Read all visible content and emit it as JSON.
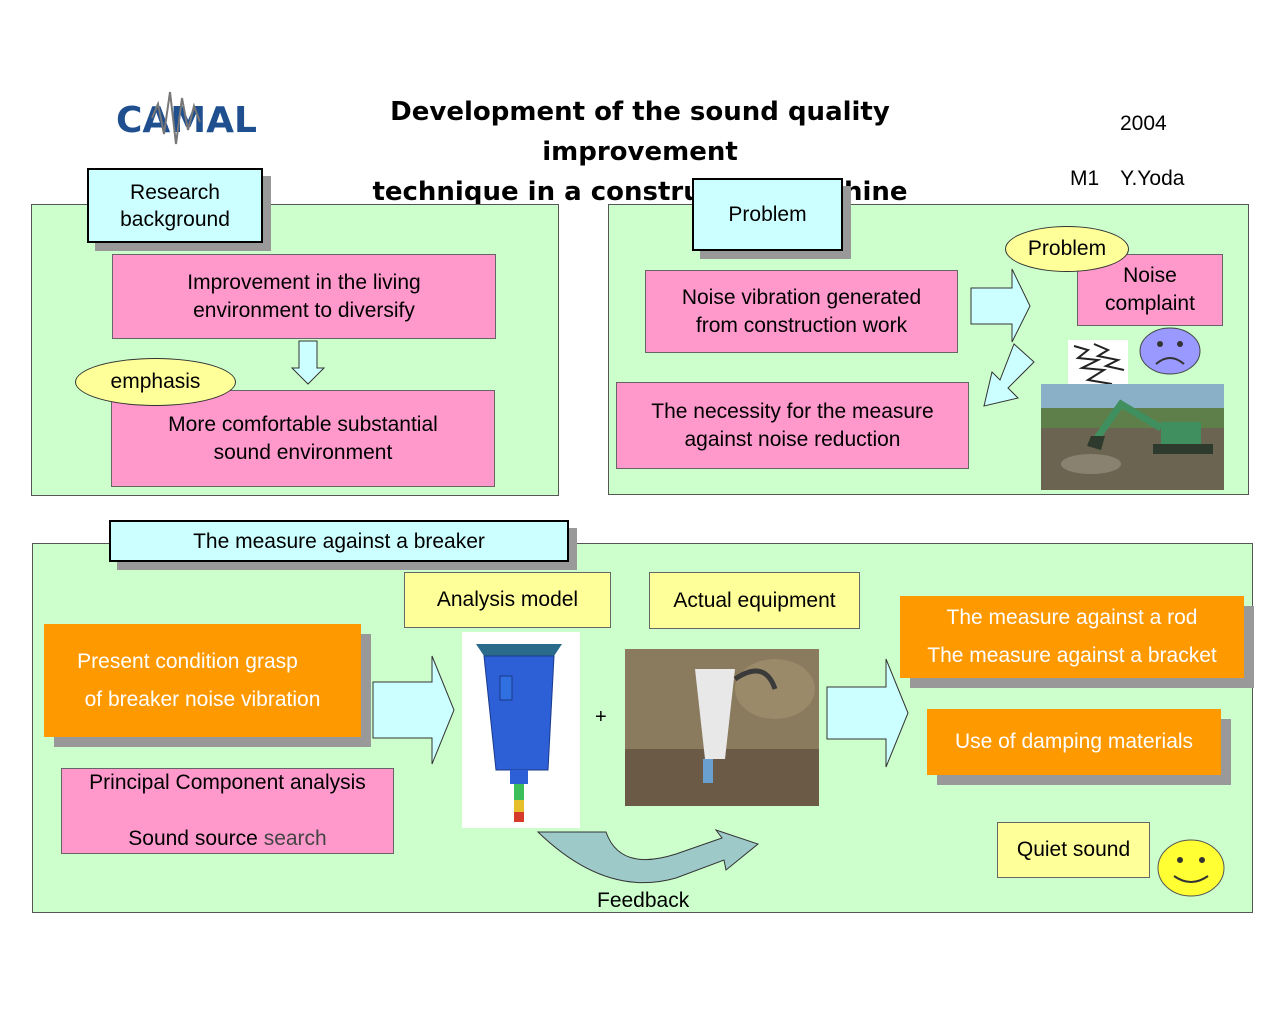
{
  "header": {
    "logo_text": "CAMAL",
    "title_line1": "Development of the sound quality improvement",
    "title_line2": "technique in a construction machine",
    "year": "2004",
    "author": "M1　Y.Yoda"
  },
  "research": {
    "label": "Research\nbackground",
    "box1": "Improvement in the living\n environment to diversify",
    "emphasis": "emphasis",
    "box2": "More comfortable substantial\nsound environment"
  },
  "problem": {
    "label": "Problem",
    "box1": "Noise vibration generated\n from construction work",
    "box2": "The necessity for the measure\nagainst noise reduction",
    "bubble": "Problem",
    "complaint": "Noise\ncomplaint"
  },
  "measure": {
    "label": "The measure against a breaker",
    "analysis_model": "Analysis model",
    "actual_equipment": "Actual equipment",
    "present_line1": "Present condition grasp",
    "present_line2": "of breaker noise vibration",
    "pca_line1": "Principal Component analysis",
    "pca_line2_a": "Sound source ",
    "pca_line2_b": "search",
    "plus": "+",
    "feedback": "Feedback",
    "rod": "The measure against a rod",
    "bracket": "The measure against a bracket",
    "damping": "Use of damping materials",
    "quiet": "Quiet sound"
  },
  "colors": {
    "panel_bg": "#ccffcc",
    "label_bg": "#ccffff",
    "pink": "#ff99cc",
    "yellow": "#ffff99",
    "orange": "#ff9900",
    "arrow_fill": "#ccffff",
    "logo_blue": "#1f4f8f"
  }
}
